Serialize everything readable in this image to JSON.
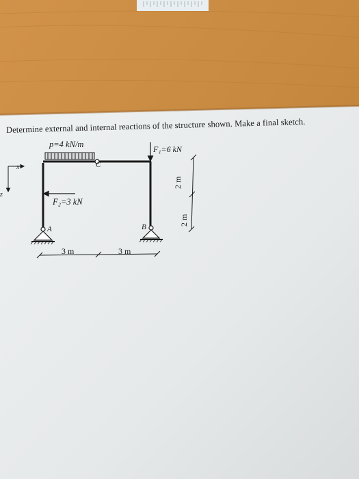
{
  "problem": {
    "heading": "Determine external and internal reactions of the structure shown. Make a final sketch."
  },
  "figure": {
    "load_p": "p=4 kN/m",
    "load_f1": "F₁=6 kN",
    "load_f2": "F₂=3 kN",
    "node_c": "C",
    "node_a": "A",
    "node_b": "B",
    "axis_x": "x",
    "axis_z": "z",
    "dim_left": "3 m",
    "dim_right": "3 m",
    "dim_upper": "2 m",
    "dim_lower": "2 m"
  },
  "colors": {
    "desk": "#c98a3e",
    "paper": "#eceff0",
    "ink": "#1a1a1a",
    "ruler": "#e6ecef"
  }
}
